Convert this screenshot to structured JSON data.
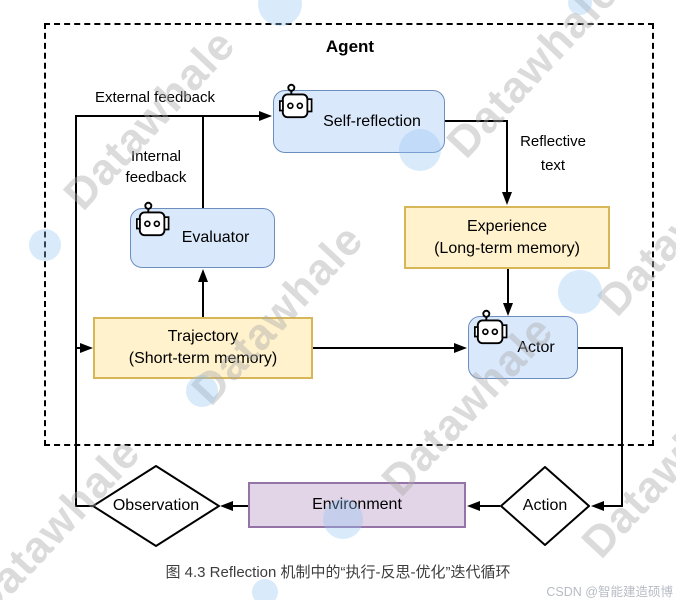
{
  "agent": {
    "label": "Agent"
  },
  "nodes": {
    "self_reflection": {
      "label": "Self-reflection"
    },
    "evaluator": {
      "label": "Evaluator"
    },
    "actor": {
      "label": "Actor"
    },
    "experience": {
      "line1": "Experience",
      "line2": "(Long-term memory)"
    },
    "trajectory": {
      "line1": "Trajectory",
      "line2": "(Short-term memory)"
    },
    "environment": {
      "label": "Environment"
    },
    "observation": {
      "label": "Observation"
    },
    "action": {
      "label": "Action"
    }
  },
  "edge_labels": {
    "external_feedback": "External feedback",
    "internal_line1": "Internal",
    "internal_line2": "feedback",
    "reflective_line1": "Reflective",
    "reflective_line2": "text"
  },
  "caption": "图 4.3 Reflection 机制中的“执行-反思-优化”迭代循环",
  "watermark": {
    "text": "Datawhale",
    "csdn": "CSDN @智能建造硕博"
  },
  "colors": {
    "blue_fill": "#dae8fc",
    "blue_border": "#6c8ebf",
    "yellow_fill": "#fff2cc",
    "yellow_border": "#d6b656",
    "purple_fill": "#e1d5e7",
    "purple_border": "#9673a6",
    "line": "#000000",
    "caption_text": "#3d3d3d",
    "watermark_gray": "#aaaaaa",
    "watermark_blue": "#93c4f0",
    "csdn_gray": "#b7bcc4"
  }
}
